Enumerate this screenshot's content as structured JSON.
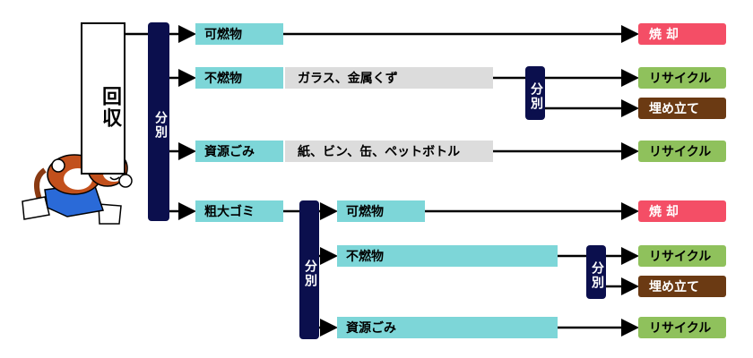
{
  "collection": {
    "label": "回収"
  },
  "sort_label": "分別",
  "categories": {
    "burnable": "可燃物",
    "nonburnable": "不燃物",
    "resource": "資源ごみ",
    "oversized": "粗大ゴミ"
  },
  "details": {
    "nonburnable": "ガラス、金属くず",
    "resource": "紙、ビン、缶、ペットボトル"
  },
  "outcomes": {
    "incinerate": "焼 却",
    "recycle": "リサイクル",
    "landfill": "埋め立て"
  },
  "colors": {
    "navy": "#0b0f4d",
    "teal": "#7dd6d8",
    "gray": "#dcdcdc",
    "red": "#f44e66",
    "green": "#8fc15c",
    "brown": "#6b3a13"
  },
  "mascot": {
    "icon": "running-cat-mascot-icon"
  }
}
